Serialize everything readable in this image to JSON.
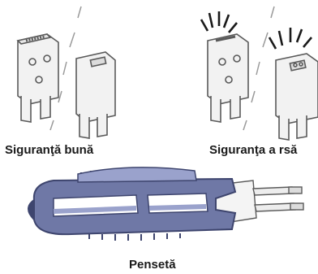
{
  "labels": {
    "good_fuse": "Siguranţă bună",
    "blown_fuse": "Siguranţa a rsă",
    "fuse_puller": "Pensetă"
  },
  "colors": {
    "fuse_outline": "#5a5a5a",
    "fuse_fill": "#f2f2f2",
    "puller_fill": "#6f78a6",
    "puller_dark": "#3e456e",
    "puller_light": "#9aa2cc",
    "crack_lines": "#9a9a9a"
  },
  "icons": [
    "good-fuse-illustration",
    "blown-fuse-illustration",
    "fuse-puller-illustration"
  ]
}
